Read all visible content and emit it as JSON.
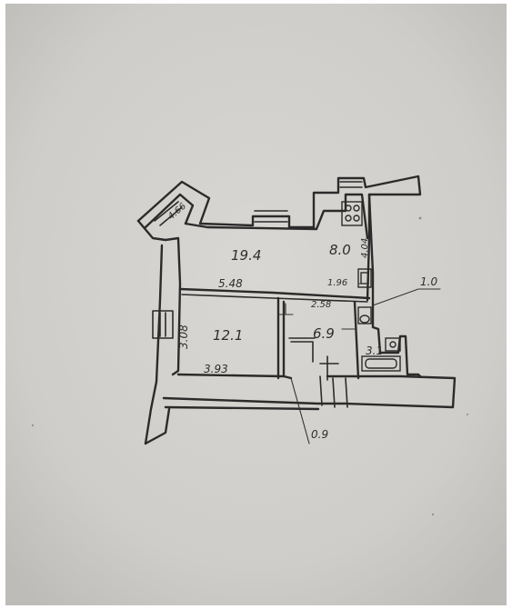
{
  "colors": {
    "paper": "#d4d2ce",
    "frame": "#ffffff",
    "ink": "#2b2b2b"
  },
  "plan": {
    "rooms": {
      "living_room_area": "19.4",
      "kitchen_area": "8.0",
      "bedroom_area": "12.1",
      "hall_area": "6.9",
      "bathroom_area": "3.1"
    },
    "dimensions": {
      "living_room_width": "5.48",
      "kitchen_width": "1.96",
      "kitchen_length": "4.04",
      "hall_width": "2.58",
      "bedroom_length": "3.08",
      "bedroom_width": "3.93",
      "balcony_width": "4.66",
      "loggia_depth": "1.0",
      "entrance_width": "0.9"
    }
  }
}
